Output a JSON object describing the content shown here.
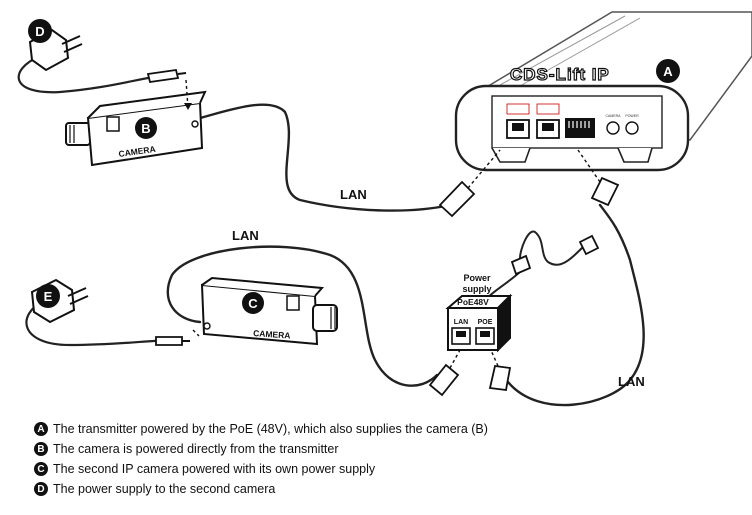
{
  "device": {
    "brand": "CDS-Lift IP",
    "panel_labels": [
      "CAMERA",
      "POWER"
    ]
  },
  "badges": {
    "a": "A",
    "b": "B",
    "c": "C",
    "d": "D",
    "e": "E"
  },
  "camera_b": {
    "label": "CAMERA"
  },
  "camera_c": {
    "label": "CAMERA"
  },
  "poe_injector": {
    "title_line1": "Power",
    "title_line2": "supply",
    "model": "PoE48V",
    "port_lan": "LAN",
    "port_poe": "POE"
  },
  "cables": {
    "lan_top": "LAN",
    "lan_mid": "LAN",
    "lan_right": "LAN"
  },
  "legend": [
    {
      "badge": "A",
      "text": "The transmitter powered by the PoE (48V), which also supplies the camera (B)"
    },
    {
      "badge": "B",
      "text": "The camera is powered directly from the transmitter"
    },
    {
      "badge": "C",
      "text": "The second IP camera powered with its own power supply"
    },
    {
      "badge": "D",
      "text": "The power supply to the second camera"
    }
  ]
}
